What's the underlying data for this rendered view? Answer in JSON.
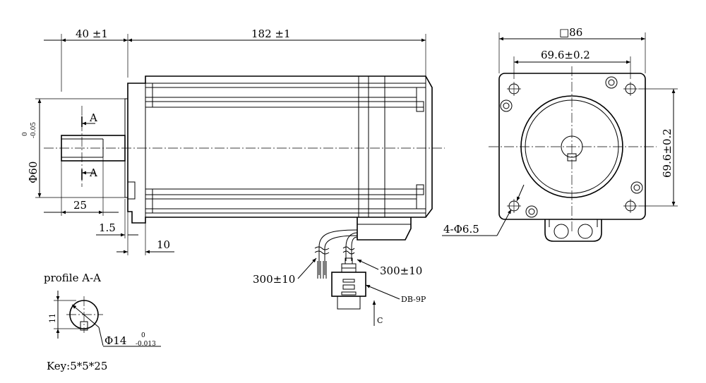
{
  "side_view": {
    "dim_shaft_length": "40 ±1",
    "dim_body_length": "182 ±1",
    "dim_shaft_diameter": "Φ60",
    "dim_shaft_diameter_tol_upper": "0",
    "dim_shaft_diameter_tol_lower": "-0.05",
    "section_mark_top": "A",
    "section_mark_bottom": "A",
    "dim_key_length": "25",
    "dim_flange_gap": "1.5",
    "dim_flange_thickness": "10",
    "cable_length_left": "300±10",
    "cable_length_right": "300±10",
    "connector_label": "DB-9P",
    "view_mark": "C"
  },
  "section_view": {
    "title": "profile A-A",
    "dim_key_height": "11",
    "dim_diameter": "Φ14",
    "dim_diameter_tol_upper": "0",
    "dim_diameter_tol_lower": "-0.013",
    "key_spec": "Key:5*5*25"
  },
  "front_view": {
    "dim_square": "□86",
    "dim_hole_spacing_h": "69.6±0.2",
    "dim_hole_spacing_v": "69.6±0.2",
    "dim_holes": "4-Φ6.5"
  }
}
